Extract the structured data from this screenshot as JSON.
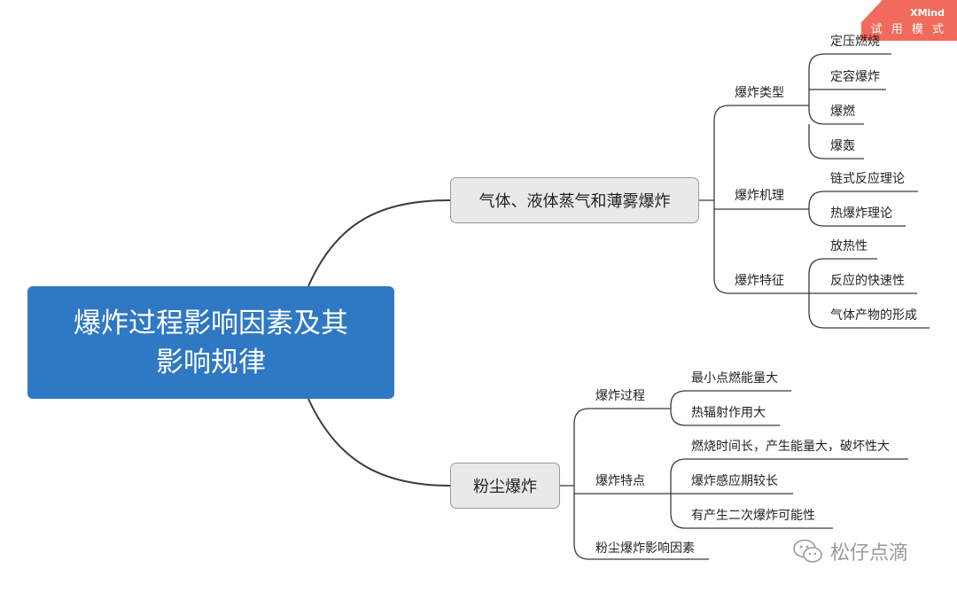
{
  "badge": {
    "line1": "XMind",
    "line2": "试 用 模 式"
  },
  "root": {
    "line1": "爆炸过程影响因素及其",
    "line2": "影响规律"
  },
  "branch1": {
    "title": "气体、液体蒸气和薄雾爆炸",
    "groups": [
      {
        "label": "爆炸类型",
        "items": [
          "定压燃烧",
          "定容爆炸",
          "爆燃",
          "爆轰"
        ]
      },
      {
        "label": "爆炸机理",
        "items": [
          "链式反应理论",
          "热爆炸理论"
        ]
      },
      {
        "label": "爆炸特征",
        "items": [
          "放热性",
          "反应的快速性",
          "气体产物的形成"
        ]
      }
    ]
  },
  "branch2": {
    "title": "粉尘爆炸",
    "groups": [
      {
        "label": "爆炸过程",
        "items": [
          "最小点燃能量大",
          "热辐射作用大"
        ]
      },
      {
        "label": "爆炸特点",
        "items": [
          "燃烧时间长，产生能量大，破坏性大",
          "爆炸感应期较长",
          "有产生二次爆炸可能性"
        ]
      },
      {
        "label": "粉尘爆炸影响因素",
        "items": []
      }
    ]
  },
  "watermark": {
    "text": "松仔点滴"
  }
}
